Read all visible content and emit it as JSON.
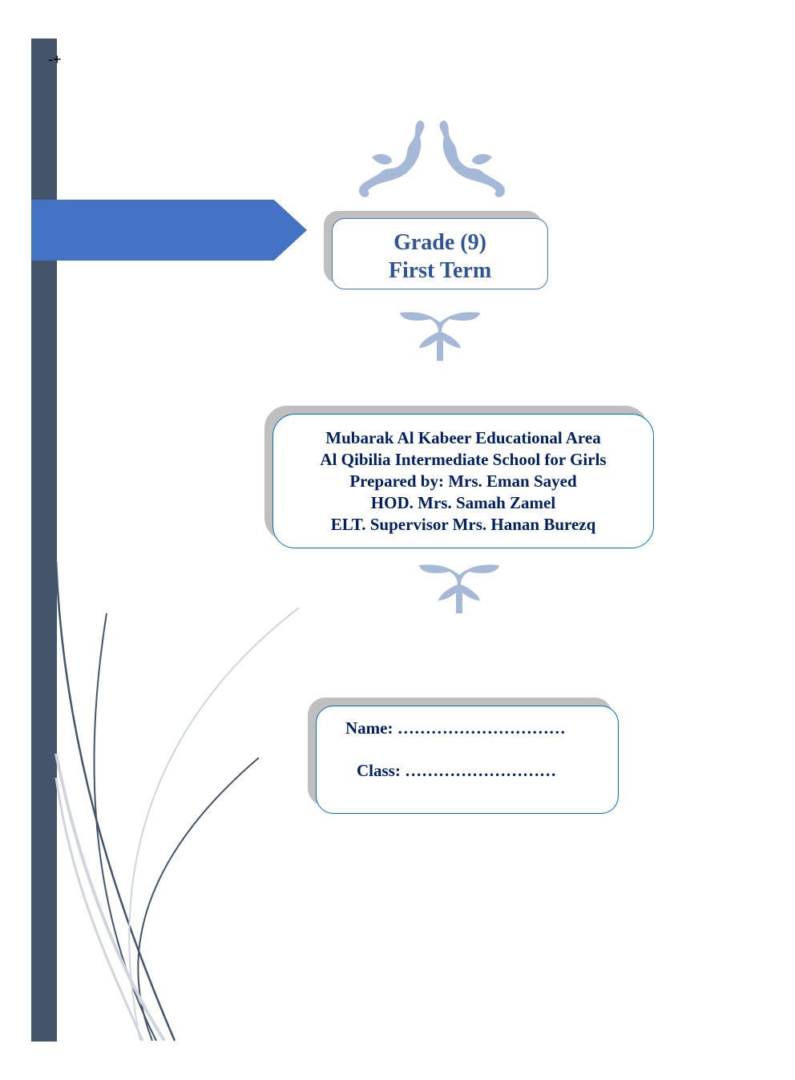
{
  "corner_marker": "-+",
  "title": {
    "line1": "Grade (9)",
    "line2": "First Term"
  },
  "info": {
    "lines": [
      "Mubarak Al Kabeer Educational Area",
      "Al Qibilia Intermediate School for Girls",
      "Prepared by: Mrs. Eman Sayed",
      "HOD. Mrs. Samah Zamel",
      "ELT. Supervisor Mrs. Hanan Burezq"
    ]
  },
  "student": {
    "name_label": "Name: …………………………",
    "class_label": "Class: ………………………"
  },
  "colors": {
    "sidebar": "#44546a",
    "arrow": "#4472c4",
    "text": "#002060",
    "title": "#2f5597",
    "ornament": "#a5b8d8"
  }
}
